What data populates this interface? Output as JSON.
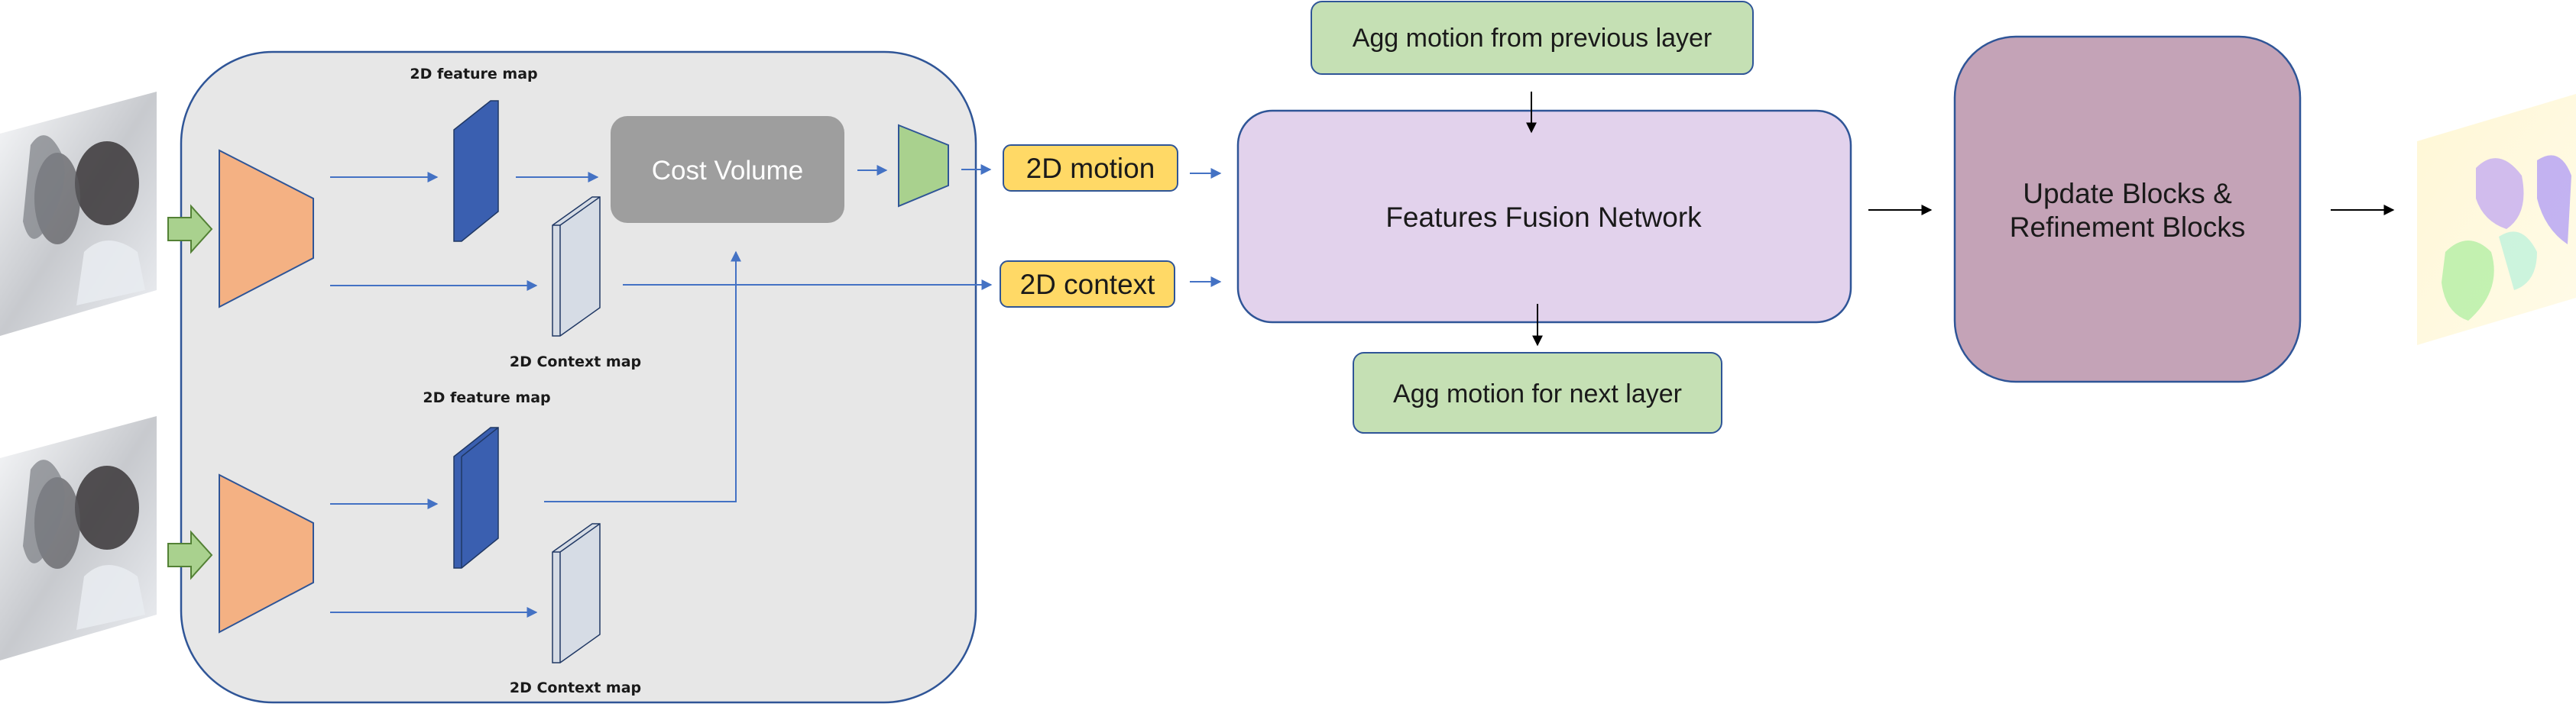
{
  "colors": {
    "encoder_box_fill": "#e7e7e7",
    "encoder_box_stroke": "#2f5597",
    "encoder_trapezoid": "#f4b183",
    "feature_map": "#3a5fb0",
    "context_map": "#d6dce5",
    "cost_volume": "#9e9e9e",
    "motion_encoder": "#a9d18e",
    "tag_fill": "#ffd966",
    "fusion_fill": "#e2d2ec",
    "agg_fill": "#c5e0b4",
    "update_fill": "#c4a3b7",
    "arrow_blue": "#4472c4",
    "arrow_black": "#000000"
  },
  "labels": {
    "feature_map_top": "2D feature map",
    "context_map_top": "2D Context map",
    "feature_map_bottom": "2D feature map",
    "context_map_bottom": "2D Context map",
    "cost_volume": "Cost Volume",
    "motion_tag": "2D motion",
    "context_tag": "2D context",
    "fusion_network": "Features Fusion Network",
    "agg_prev": "Agg motion from previous layer",
    "agg_next": "Agg motion for next layer",
    "update_line1": "Update Blocks &",
    "update_line2": "Refinement Blocks"
  },
  "images": {
    "input_frame_1": "input-frame-1",
    "input_frame_2": "input-frame-2",
    "output_flow": "optical-flow-output"
  }
}
